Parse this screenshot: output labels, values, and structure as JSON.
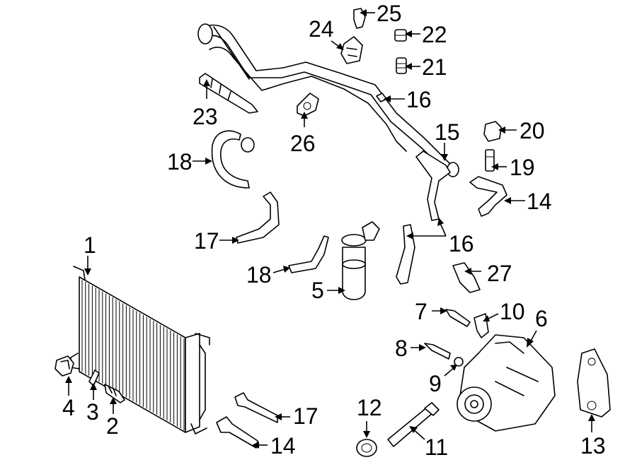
{
  "callouts": {
    "c1": "1",
    "c2": "2",
    "c3": "3",
    "c4": "4",
    "c5": "5",
    "c6": "6",
    "c7": "7",
    "c8": "8",
    "c9": "9",
    "c10": "10",
    "c11": "11",
    "c12": "12",
    "c13": "13",
    "c14a": "14",
    "c14b": "14",
    "c15": "15",
    "c16a": "16",
    "c16b": "16",
    "c17a": "17",
    "c17b": "17",
    "c18a": "18",
    "c18b": "18",
    "c19": "19",
    "c20": "20",
    "c21": "21",
    "c22": "22",
    "c23": "23",
    "c24": "24",
    "c25": "25",
    "c26": "26",
    "c27": "27"
  }
}
